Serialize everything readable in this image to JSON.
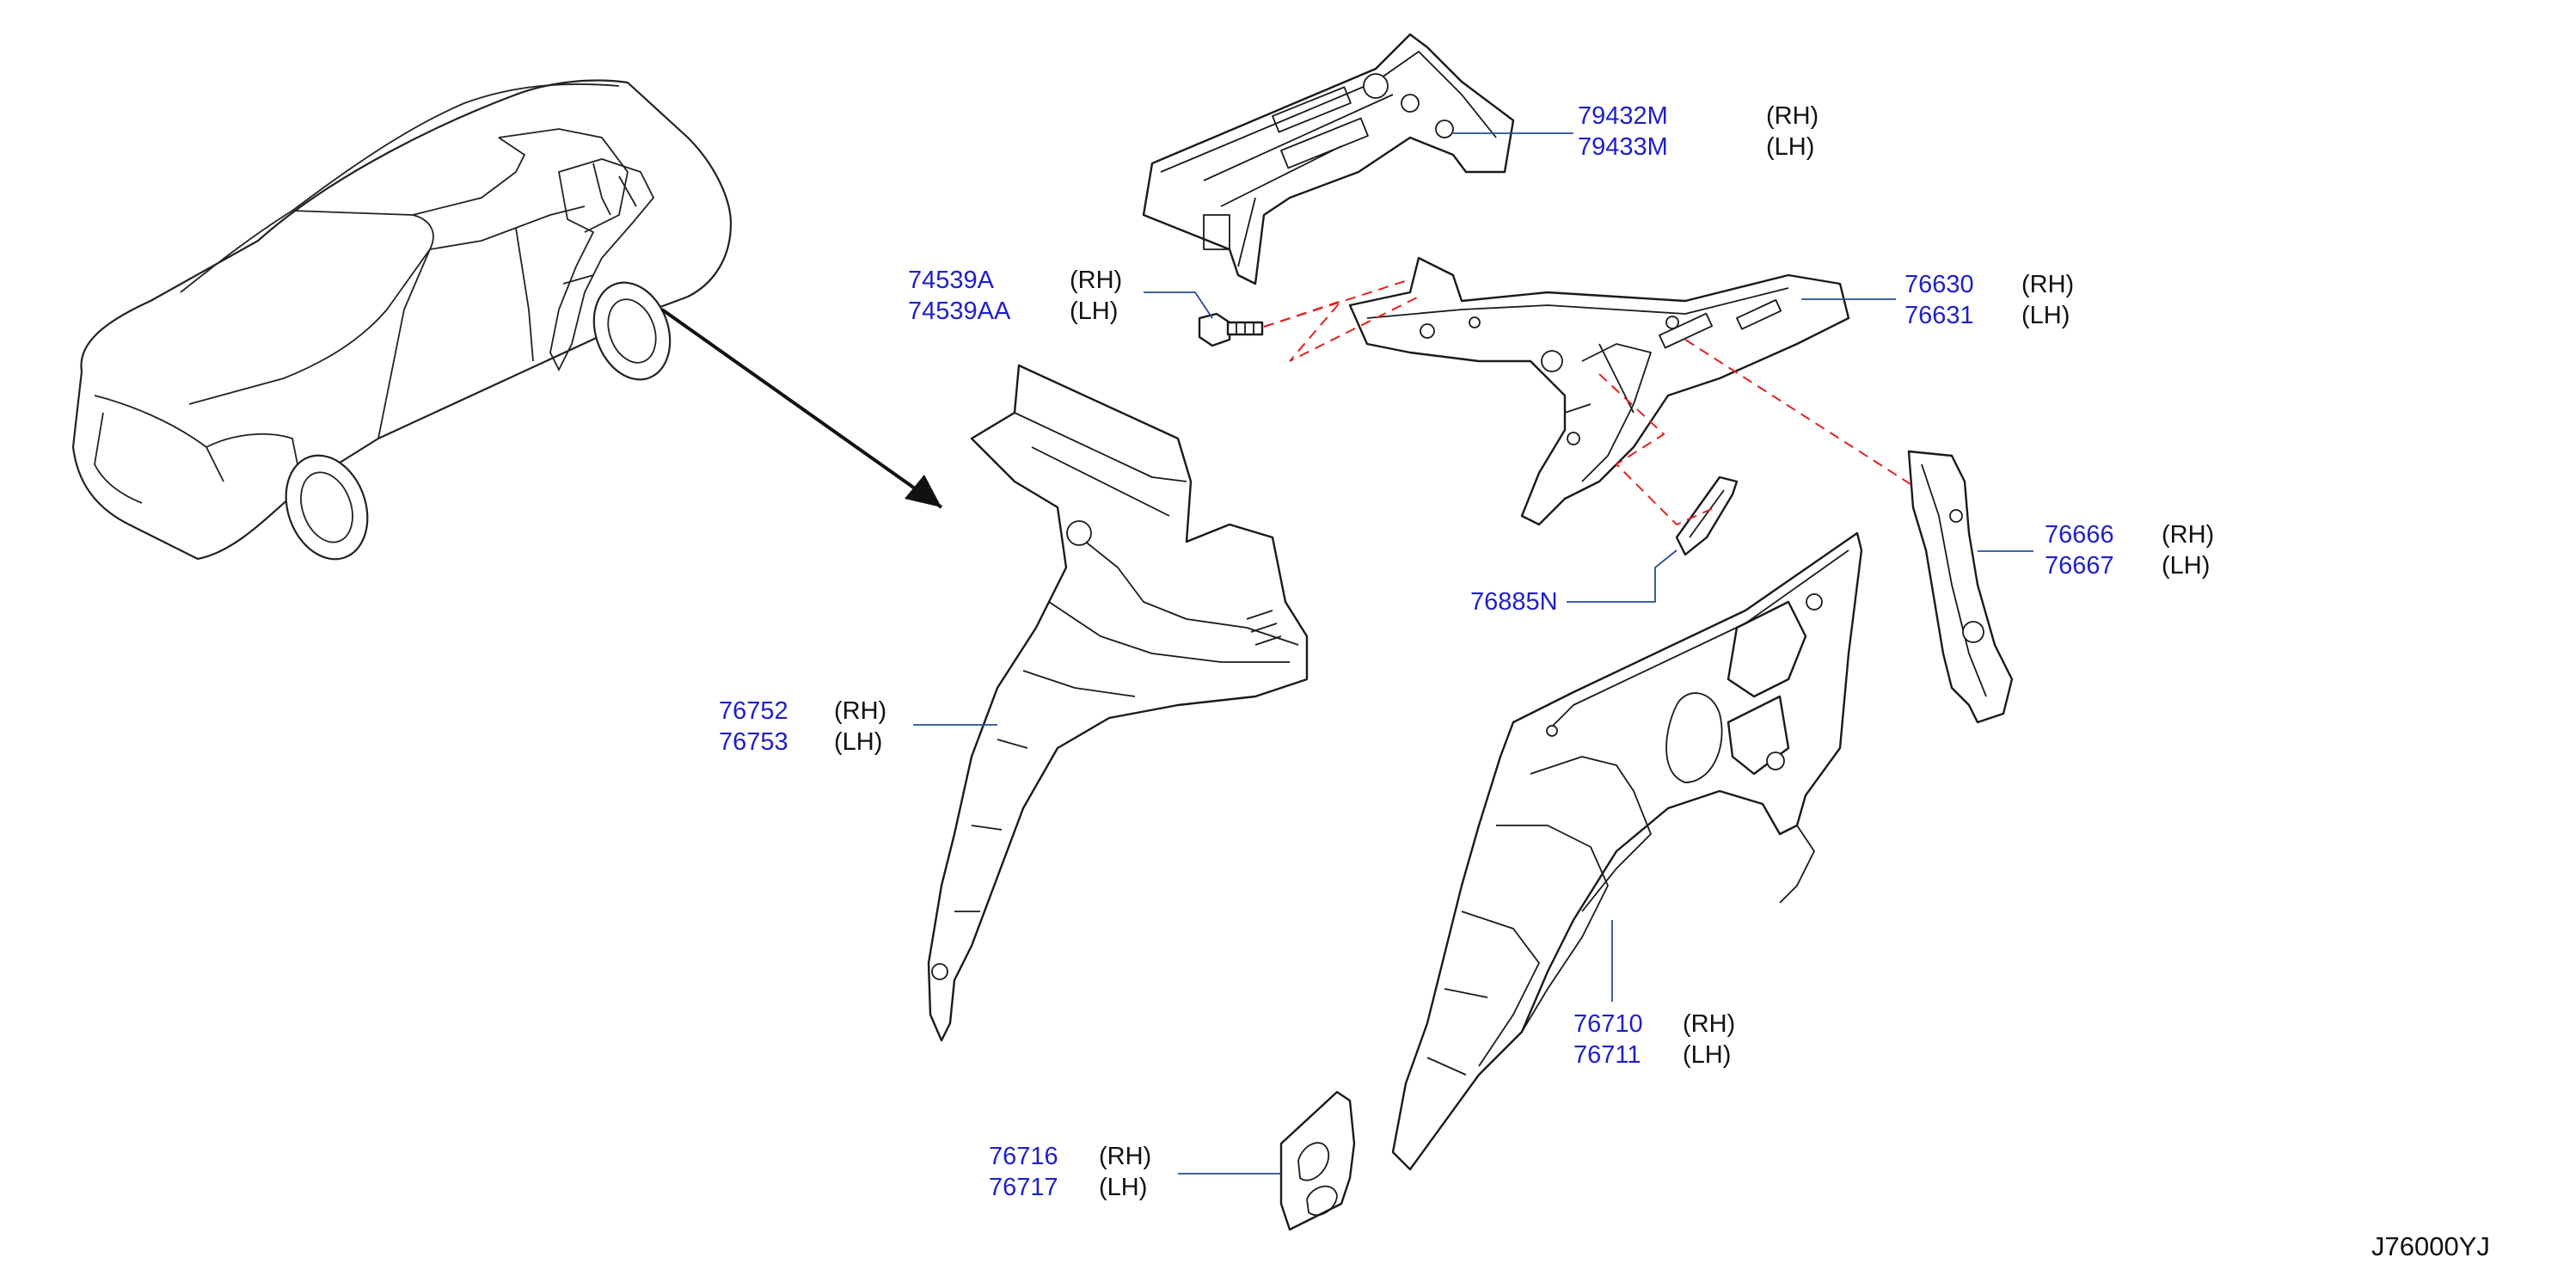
{
  "diagram_code": "J76000YJ",
  "callouts": [
    {
      "rh": "79432M",
      "lh": "79433M",
      "rh_side": "(RH)",
      "lh_side": "(LH)"
    },
    {
      "rh": "74539A",
      "lh": "74539AA",
      "rh_side": "(RH)",
      "lh_side": "(LH)"
    },
    {
      "rh": "76630",
      "lh": "76631",
      "rh_side": "(RH)",
      "lh_side": "(LH)"
    },
    {
      "rh": "76666",
      "lh": "76667",
      "rh_side": "(RH)",
      "lh_side": "(LH)"
    },
    {
      "single": "76885N"
    },
    {
      "rh": "76752",
      "lh": "76753",
      "rh_side": "(RH)",
      "lh_side": "(LH)"
    },
    {
      "rh": "76710",
      "lh": "76711",
      "rh_side": "(RH)",
      "lh_side": "(LH)"
    },
    {
      "rh": "76716",
      "lh": "76717",
      "rh_side": "(RH)",
      "lh_side": "(LH)"
    }
  ]
}
